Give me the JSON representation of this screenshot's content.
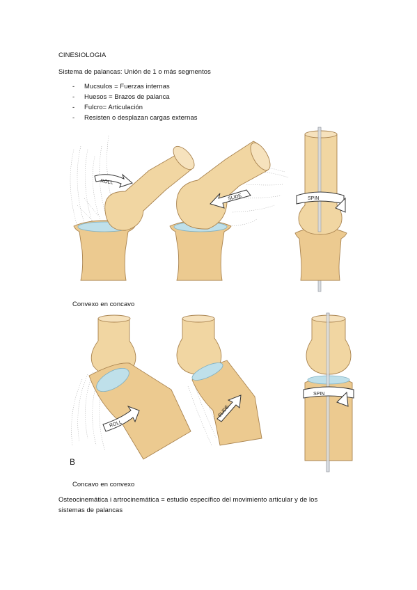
{
  "doc": {
    "heading": "CINESIOLOGIA",
    "intro": "Sistema de palancas: Unión de 1 o más segmentos",
    "bullets": [
      "Mucsulos = Fuerzas internas",
      "Huesos = Brazos de palanca",
      "Fulcro= Articulación",
      "Resisten o desplazan cargas externas"
    ],
    "bullet_marker": "-",
    "caption_top": "Convexo en concavo",
    "caption_bottom": "Concavo en convexo",
    "figure_letter": "B",
    "closing_line1": "Osteocinemática i artrocinemática = estudio específico del movimiento articular y de los",
    "closing_line2": "sistemas de palancas"
  },
  "figure": {
    "labels": {
      "roll": "ROLL",
      "slide": "SLIDE",
      "spin": "SPIN"
    },
    "colors": {
      "bone": "#f1d6a2",
      "bone_outline": "#a9834f",
      "cartilage": "#bfe0ea",
      "arrow": "#ffffff"
    }
  }
}
